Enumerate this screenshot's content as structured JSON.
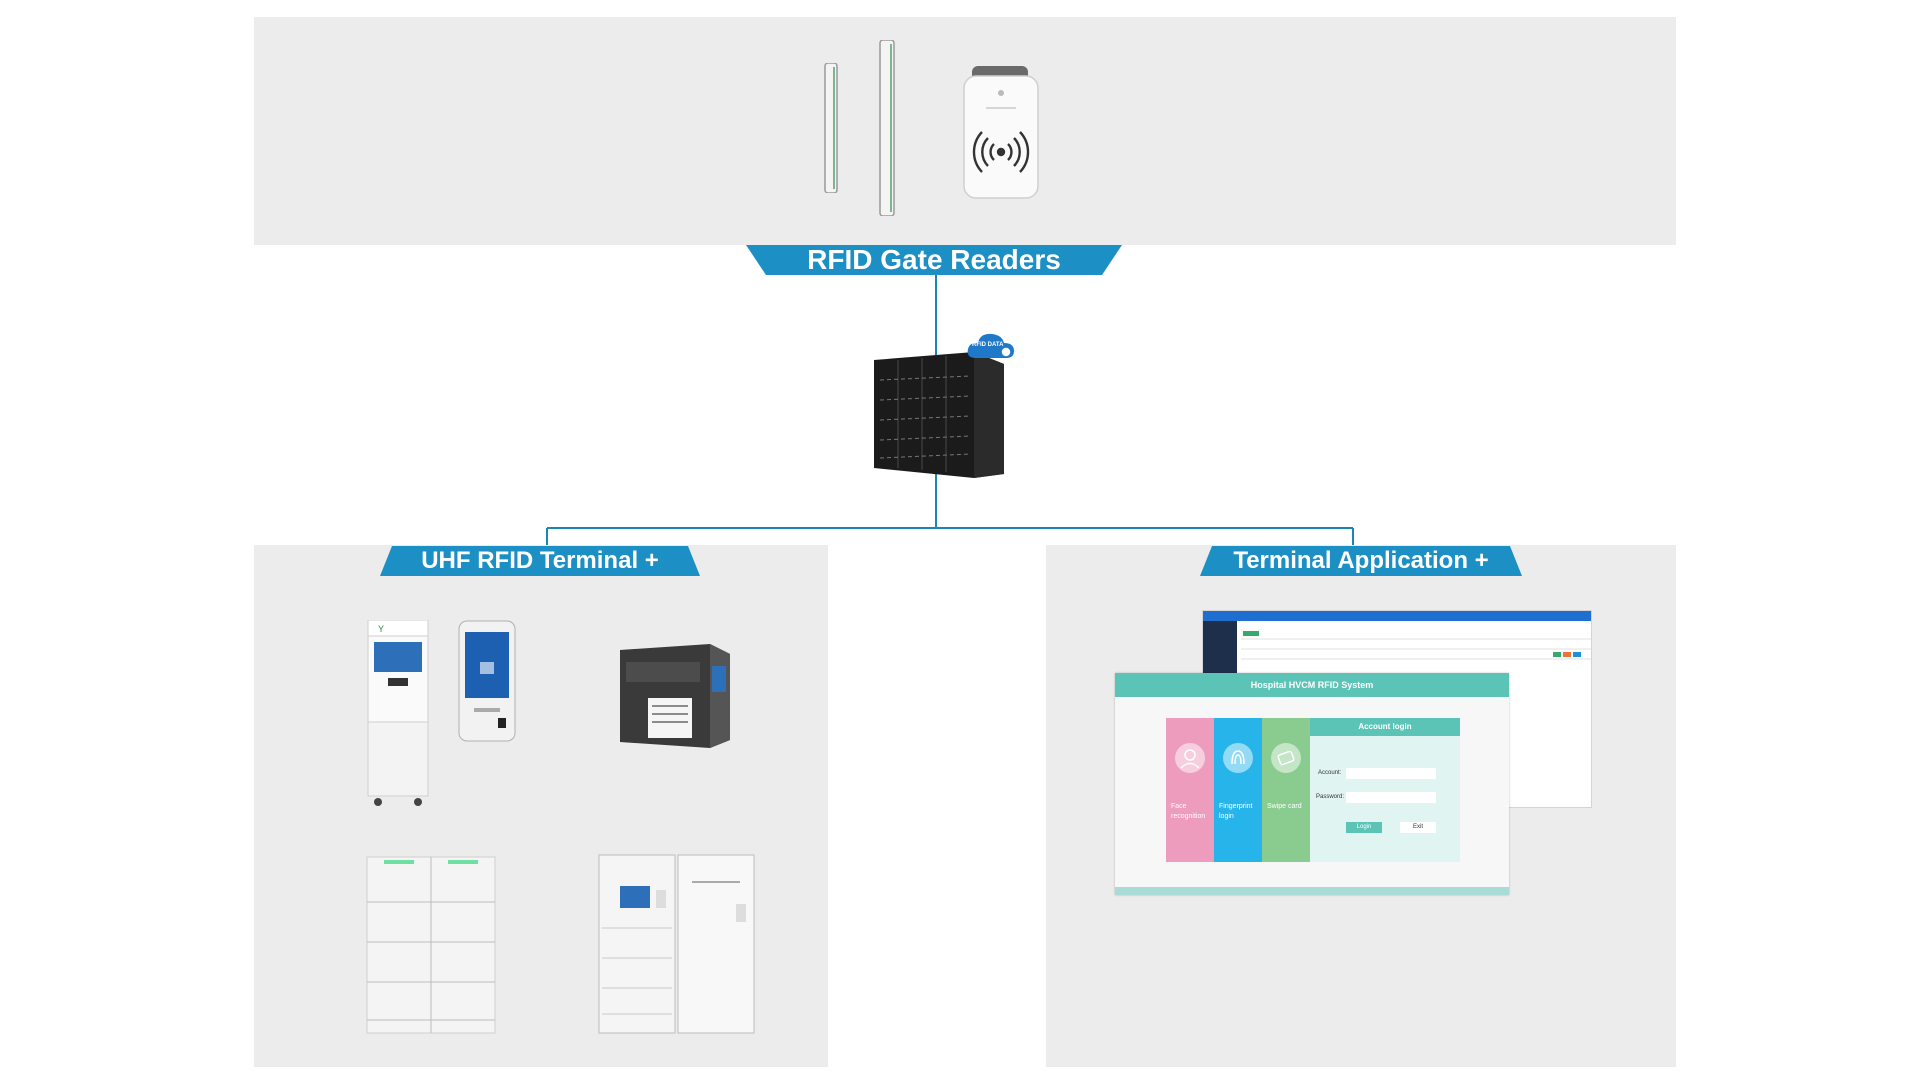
{
  "sections": {
    "gate_readers": {
      "label": "RFID Gate Readers"
    },
    "server": {
      "cloud_label": "RFID DATA"
    },
    "terminal": {
      "label": "UHF RFID Terminal +"
    },
    "application": {
      "label": "Terminal Application +"
    }
  },
  "login_screen": {
    "title": "Hospital HVCM RFID System",
    "panels": [
      {
        "label": "Face recognition",
        "color": "#ee9cbd"
      },
      {
        "label": "Fingerprint login",
        "color": "#27b4ea"
      },
      {
        "label": "Swipe card",
        "color": "#8acb8f"
      }
    ],
    "account_login_title": "Account login",
    "account_label": "Account:",
    "password_label": "Password:",
    "login_button": "Login",
    "exit_button": "Exit"
  },
  "colors": {
    "banner_blue": "#1c8fc5",
    "connector": "#1a86b5",
    "panel_bg": "#ececec",
    "teal": "#5cc3b7"
  }
}
